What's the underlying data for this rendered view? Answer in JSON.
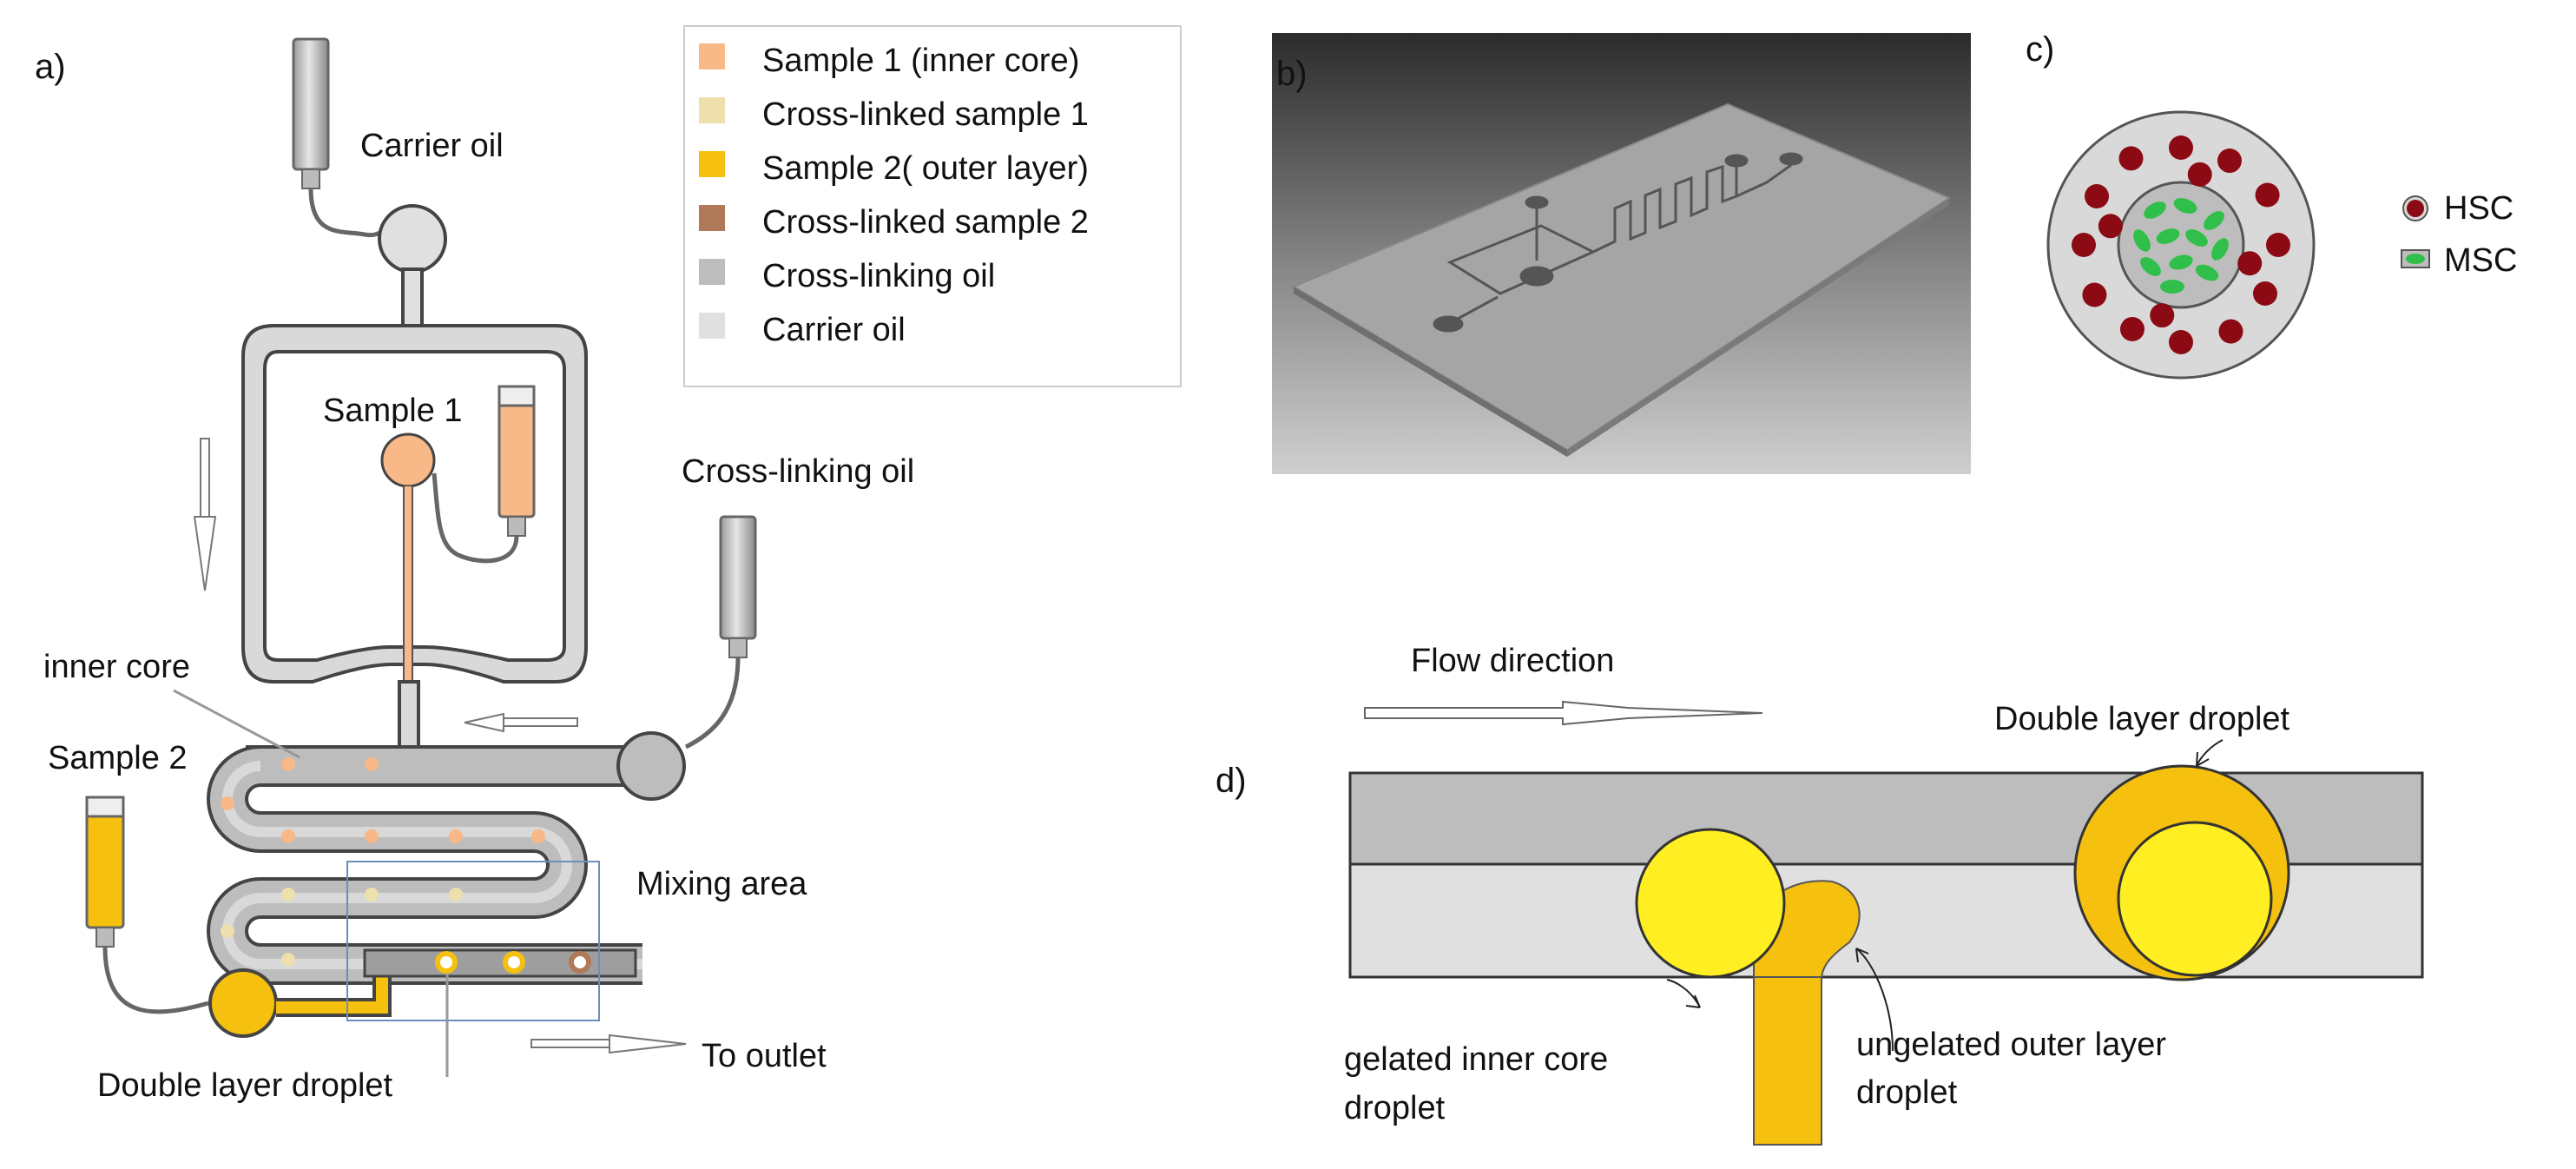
{
  "panels": {
    "a": "a)",
    "b": "b)",
    "c": "c)",
    "d": "d)"
  },
  "legend": {
    "items": [
      {
        "label": "Sample 1 (inner core)",
        "color": "#f8b888"
      },
      {
        "label": "Cross-linked sample 1",
        "color": "#ede0ad"
      },
      {
        "label": "Sample 2( outer layer)",
        "color": "#f5c00e"
      },
      {
        "label": "Cross-linked sample 2",
        "color": "#b07a58"
      },
      {
        "label": "Cross-linking oil",
        "color": "#bdbdbd"
      },
      {
        "label": "Carrier oil",
        "color": "#e0e0e0"
      }
    ]
  },
  "panel_a": {
    "carrier_oil": "Carrier oil",
    "sample1": "Sample 1",
    "crosslinking_oil": "Cross-linking oil",
    "inner_core": "inner core",
    "sample2": "Sample 2",
    "mixing_area": "Mixing area",
    "to_outlet": "To outlet",
    "double_layer_droplet": "Double layer droplet"
  },
  "panel_c": {
    "hsc": "HSC",
    "msc": "MSC",
    "hsc_color": "#8b0a14",
    "msc_color": "#2fbf4a"
  },
  "panel_d": {
    "flow_direction": "Flow direction",
    "double_layer_droplet": "Double layer droplet",
    "gelated_line1": "gelated inner core",
    "gelated_line2": "droplet",
    "ungelated_line1": "ungelated outer layer",
    "ungelated_line2": "droplet"
  },
  "colors": {
    "sample1": "#f8b888",
    "sample2": "#f5c00e",
    "core_yellow": "#ffee22",
    "oil_grey": "#bdbdbd",
    "carrier_grey": "#e0e0e0"
  }
}
